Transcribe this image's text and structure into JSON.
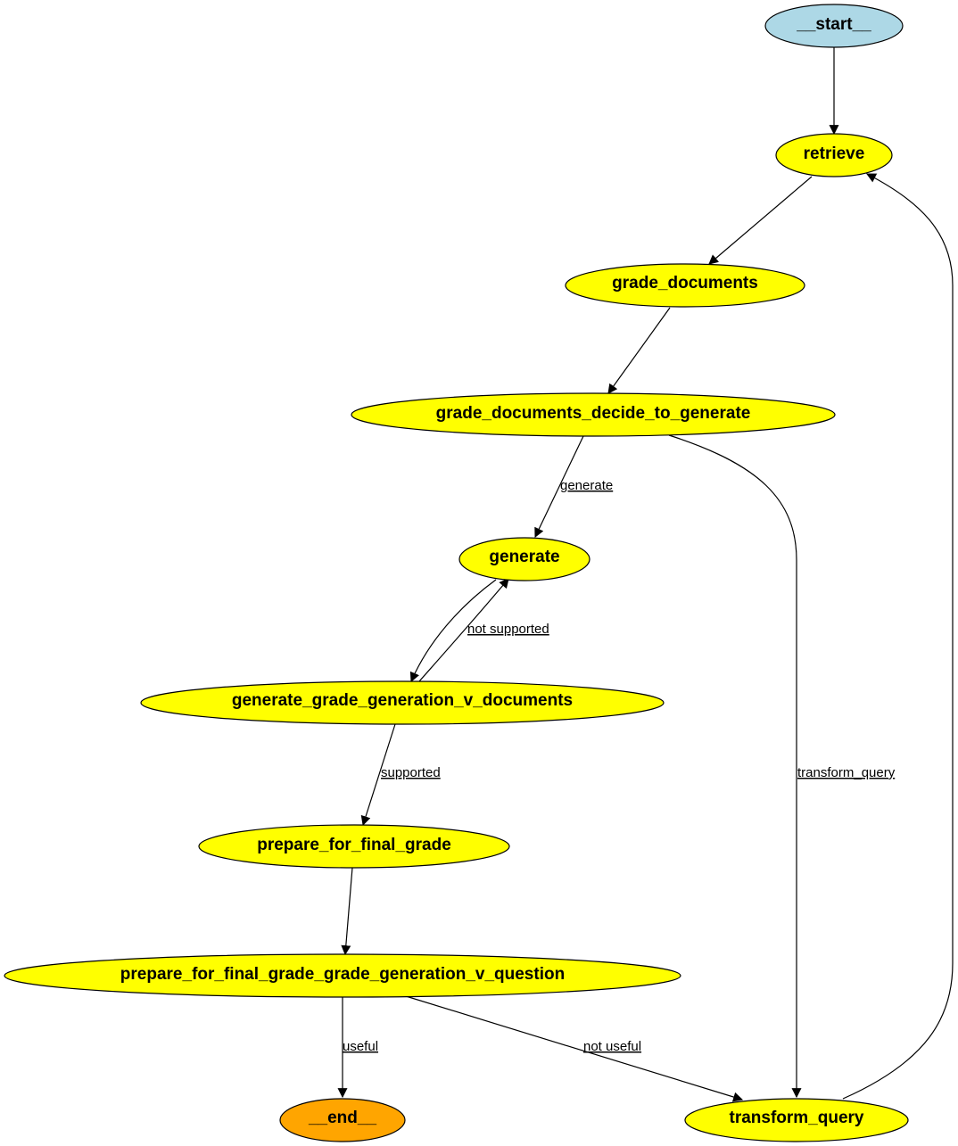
{
  "nodes": {
    "start": {
      "label": "__start__",
      "color": "#add8e6"
    },
    "retrieve": {
      "label": "retrieve",
      "color": "#ffff00"
    },
    "grade_documents": {
      "label": "grade_documents",
      "color": "#ffff00"
    },
    "grade_documents_decide_to_generate": {
      "label": "grade_documents_decide_to_generate",
      "color": "#ffff00"
    },
    "generate": {
      "label": "generate",
      "color": "#ffff00"
    },
    "generate_grade_generation_v_documents": {
      "label": "generate_grade_generation_v_documents",
      "color": "#ffff00"
    },
    "prepare_for_final_grade": {
      "label": "prepare_for_final_grade",
      "color": "#ffff00"
    },
    "prepare_for_final_grade_grade_generation_v_question": {
      "label": "prepare_for_final_grade_grade_generation_v_question",
      "color": "#ffff00"
    },
    "end": {
      "label": "__end__",
      "color": "#ffa500"
    },
    "transform_query": {
      "label": "transform_query",
      "color": "#ffff00"
    }
  },
  "edges": {
    "start_retrieve": {
      "from": "__start__",
      "to": "retrieve",
      "label": ""
    },
    "retrieve_grade_documents": {
      "from": "retrieve",
      "to": "grade_documents",
      "label": ""
    },
    "grade_documents_decide": {
      "from": "grade_documents",
      "to": "grade_documents_decide_to_generate",
      "label": ""
    },
    "decide_generate": {
      "from": "grade_documents_decide_to_generate",
      "to": "generate",
      "label": "generate"
    },
    "decide_transform_query": {
      "from": "grade_documents_decide_to_generate",
      "to": "transform_query",
      "label": "transform_query"
    },
    "generate_grade_generation": {
      "from": "generate",
      "to": "generate_grade_generation_v_documents",
      "label": ""
    },
    "grade_generation_not_supported": {
      "from": "generate_grade_generation_v_documents",
      "to": "generate",
      "label": "not supported"
    },
    "grade_generation_supported": {
      "from": "generate_grade_generation_v_documents",
      "to": "prepare_for_final_grade",
      "label": "supported"
    },
    "prepare_to_question": {
      "from": "prepare_for_final_grade",
      "to": "prepare_for_final_grade_grade_generation_v_question",
      "label": ""
    },
    "question_useful": {
      "from": "prepare_for_final_grade_grade_generation_v_question",
      "to": "__end__",
      "label": "useful"
    },
    "question_not_useful": {
      "from": "prepare_for_final_grade_grade_generation_v_question",
      "to": "transform_query",
      "label": "not useful"
    },
    "transform_query_retrieve": {
      "from": "transform_query",
      "to": "retrieve",
      "label": ""
    }
  }
}
